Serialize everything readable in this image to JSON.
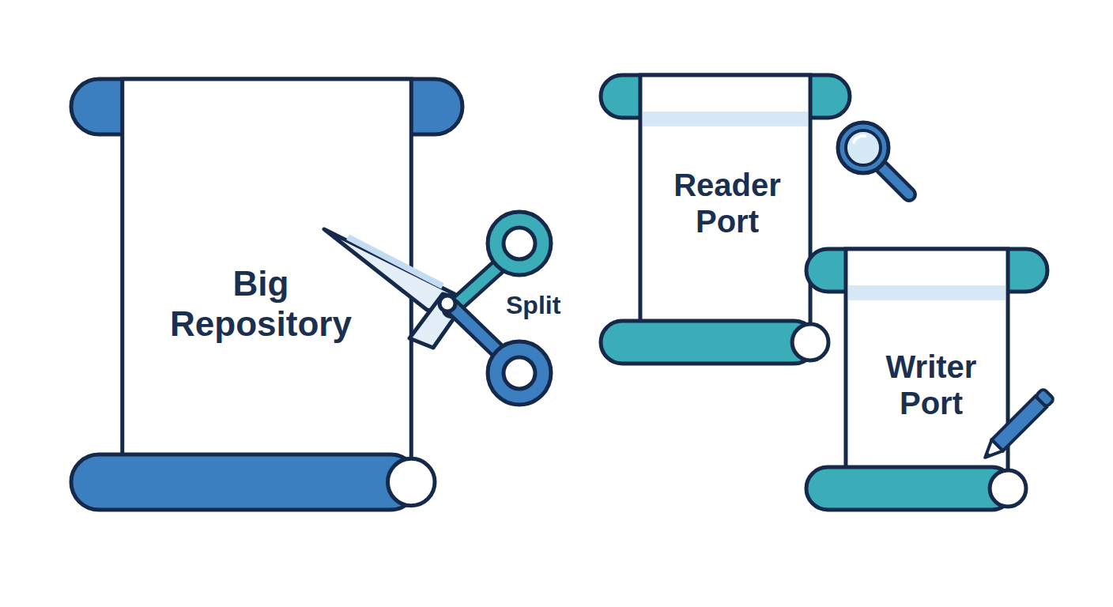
{
  "diagram": {
    "nodes": [
      {
        "text": [
          "Big Repository"
        ]
      },
      {
        "text": [
          "Reader Port"
        ]
      },
      {
        "text": [
          "Writer Port"
        ]
      }
    ],
    "labels": [
      "Split"
    ]
  }
}
